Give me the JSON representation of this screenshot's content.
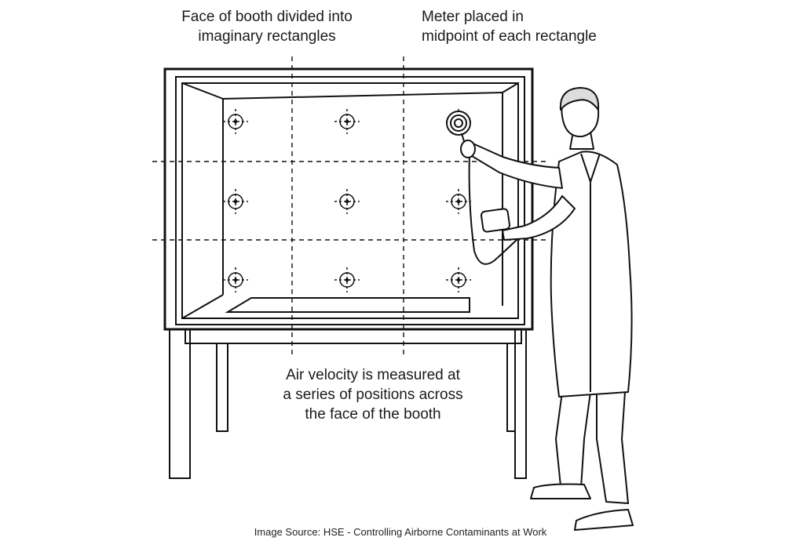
{
  "labels": {
    "face_line1": "Face of booth divided into",
    "face_line2": "imaginary rectangles",
    "meter_line1": "Meter placed in",
    "meter_line2": "midpoint of each rectangle",
    "air_line1": "Air velocity is measured at",
    "air_line2": "a series of positions across",
    "air_line3": "the face of the booth"
  },
  "source": "Image Source: HSE - Controlling Airborne Contaminants at Work",
  "grid": {
    "rows": 3,
    "columns": 3
  }
}
